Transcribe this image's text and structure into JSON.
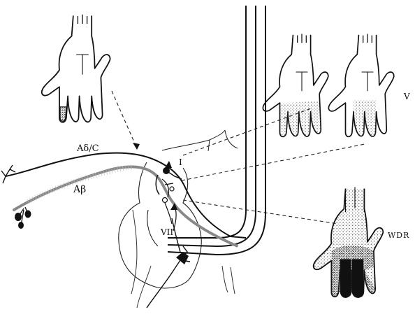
{
  "labels": {
    "a_delta_c": "Aδ/C",
    "a_beta": "Aβ",
    "lamina_one": "I",
    "lamina_seven": "VII",
    "lamina_five": "V",
    "wdr": "WDR"
  },
  "colors": {
    "ink": "#111111",
    "stipple": "#8a8a8a",
    "background": "#ffffff"
  },
  "icons": [
    "hand-outline",
    "neuron-cell-body",
    "sensory-receptor-ending"
  ]
}
